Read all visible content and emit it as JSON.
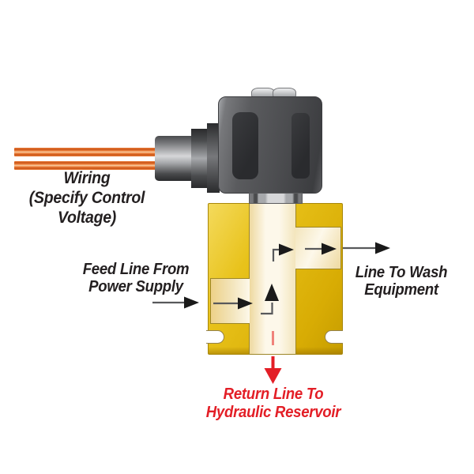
{
  "labels": {
    "wiring": {
      "title": "Wiring",
      "sub": "(Specify Control Voltage)"
    },
    "feed": {
      "line1": "Feed Line From",
      "line2": "Power Supply"
    },
    "wash": {
      "line1": "Line To Wash",
      "line2": "Equipment"
    },
    "return": {
      "line1": "Return Line To",
      "line2": "Hydraulic Reservoir"
    }
  },
  "colors": {
    "ink": "#231F20",
    "red": "#E31E26",
    "red-soft": "#F0837B",
    "line-gray": "#58595B",
    "arrow-black": "#1A1A1A",
    "gold-light": "#F4DA5C",
    "gold-main": "#E8C21A",
    "gold-deep": "#D8AC04",
    "gold-bottom": "#C69D00",
    "gold-border": "#A8870A",
    "passage-light": "#FDF8EA",
    "passage-shade": "#EED9A0",
    "passage-shade2": "#F3E5BC",
    "passage-gold": "#EDD188",
    "passage-border": "#9D8627",
    "notch-edge": "#94824D",
    "wire-dark": "#C85214",
    "wire-mid": "#EF8340",
    "wire-pale": "#F8CFA4",
    "metal-m0": "#2A2B2D",
    "metal-m1": "#4A4B4D",
    "metal-m2": "#77787B",
    "metal-m3": "#A7A9AC",
    "metal-m4": "#D6D7D9",
    "metal-m5": "#EDEEEF",
    "coil-face": "#5A5B5E",
    "coil-mid": "#4C4D50",
    "coil-edge": "#3C3D40",
    "slot-a": "#3B3C3F",
    "slot-b": "#2A2B2E"
  }
}
